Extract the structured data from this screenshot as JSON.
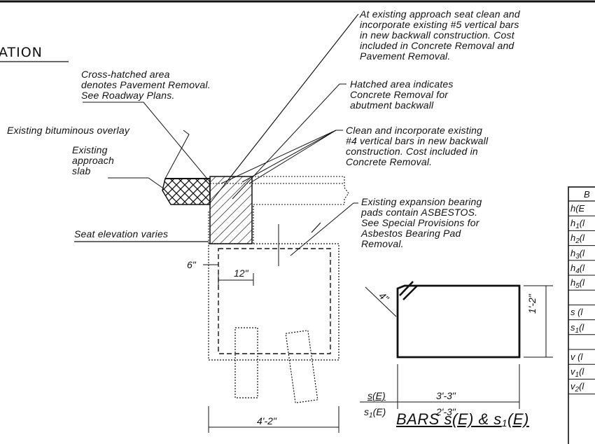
{
  "heading": "ATION",
  "notes": {
    "seat": [
      "At existing approach seat clean and",
      "incorporate existing #5 vertical bars",
      "in new backwall construction. Cost",
      "included in Concrete Removal and",
      "Pavement Removal."
    ],
    "cross_hatched": [
      "Cross-hatched area",
      "denotes Pavement Removal.",
      "See Roadway Plans."
    ],
    "hatched": [
      "Hatched area indicates",
      "Concrete Removal for",
      "abutment backwall"
    ],
    "overlay": "Existing bituminous overlay",
    "slab": [
      "Existing",
      "approach",
      "slab"
    ],
    "clean4": [
      "Clean and incorporate existing",
      "#4 vertical bars in new backwall",
      "construction.  Cost included in",
      "Concrete Removal."
    ],
    "asbestos": [
      "Existing expansion bearing",
      "pads contain ASBESTOS.",
      "See Special Provisions for",
      "Asbestos Bearing Pad",
      "Removal."
    ],
    "seat_elev": "Seat elevation varies"
  },
  "dims": {
    "six": "6\"",
    "twelve": "12\"",
    "four_two": "4'-2\"",
    "one_two": "1'-2\"",
    "four": "4\"",
    "three_three": "3'-3\"",
    "two_three": "2'-3\"",
    "s_e": "s(E)",
    "s1_e_main": "s",
    "s1_e_sub": "1",
    "s1_e_tail": "(E)"
  },
  "bars_title": {
    "main": "BARS  s(E)  &  s",
    "sub": "1",
    "tail": "(E)"
  },
  "table": {
    "header": "B",
    "rows": [
      {
        "main": "h(E",
        "sub": "",
        "tail": ""
      },
      {
        "main": "h",
        "sub": "1",
        "tail": "(l"
      },
      {
        "main": "h",
        "sub": "2",
        "tail": "(l"
      },
      {
        "main": "h",
        "sub": "3",
        "tail": "(l"
      },
      {
        "main": "h",
        "sub": "4",
        "tail": "(l"
      },
      {
        "main": "h",
        "sub": "5",
        "tail": "(l"
      },
      {
        "main": "",
        "sub": "",
        "tail": ""
      },
      {
        "main": "s  (l",
        "sub": "",
        "tail": ""
      },
      {
        "main": "s",
        "sub": "1",
        "tail": "(l"
      },
      {
        "main": "",
        "sub": "",
        "tail": ""
      },
      {
        "main": "v  (l",
        "sub": "",
        "tail": ""
      },
      {
        "main": "v",
        "sub": "1",
        "tail": "(l"
      },
      {
        "main": "v",
        "sub": "2",
        "tail": "(l"
      }
    ]
  },
  "colors": {
    "ink": "#111111",
    "paper": "#ffffff"
  }
}
